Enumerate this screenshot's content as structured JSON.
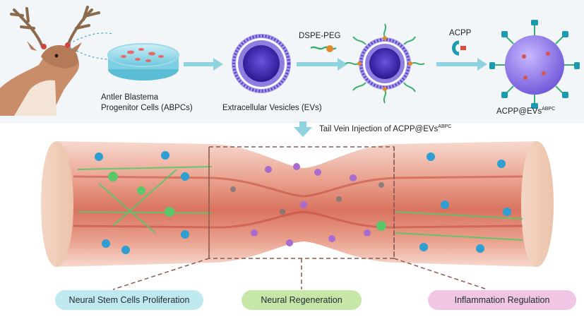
{
  "labels": {
    "abpc_line1": "Antler Blastema",
    "abpc_line2": "Progenitor Cells (ABPCs)",
    "evs": "Extracellular Vesicles (EVs)",
    "dspe": "DSPE-PEG",
    "acpp": "ACPP",
    "product_base": "ACPP@EVs",
    "product_sup": "ABPC",
    "injection_base": "Tail Vein Injection of ACPP@EVs",
    "injection_sup": "ABPC"
  },
  "outcomes": [
    {
      "label": "Neural Stem Cells Proliferation",
      "color": "#bfe9ee"
    },
    {
      "label": "Neural Regeneration",
      "color": "#c7e7a9"
    },
    {
      "label": "Inflammation Regulation",
      "color": "#f0c6e4"
    }
  ],
  "colors": {
    "arrow": "#8fd2e0",
    "vesicle_core": "#3b25a8",
    "vesicle_shell": "#9a8ae0",
    "peg": "#3cae6f",
    "acpp": "#1c9ab0",
    "tissue": "#e9a797",
    "stem_cell": "#2f9ed0",
    "neuron_green": "#59c76a",
    "microglia": "#a86bd0",
    "dashed_box": "#8a5a52"
  }
}
